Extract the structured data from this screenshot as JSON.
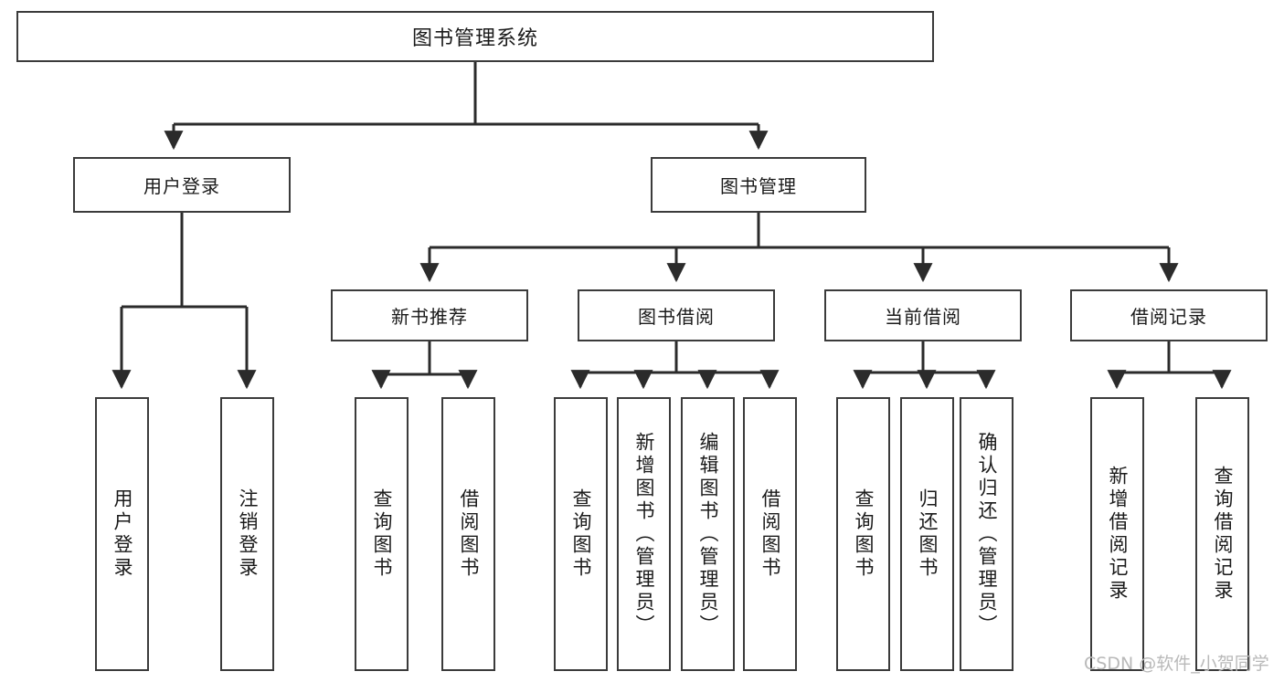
{
  "diagram": {
    "type": "tree",
    "title": "图书管理系统",
    "orientation": "top-down",
    "colors": {
      "box_border": "#3b3b3b",
      "box_fill": "#ffffff",
      "connector": "#2b2b2b",
      "text": "#1a1a1a",
      "watermark": "#b9b9b9",
      "background": "#ffffff"
    },
    "nodes": {
      "root": {
        "label": "图书管理系统"
      },
      "level2": [
        {
          "label": "用户登录"
        },
        {
          "label": "图书管理"
        }
      ],
      "level3": [
        {
          "label": "新书推荐"
        },
        {
          "label": "图书借阅"
        },
        {
          "label": "当前借阅"
        },
        {
          "label": "借阅记录"
        }
      ],
      "leaves": {
        "user_login": [
          {
            "label": "用户登录"
          },
          {
            "label": "注销登录"
          }
        ],
        "new_book_recommend": [
          {
            "label": "查询图书"
          },
          {
            "label": "借阅图书"
          }
        ],
        "book_borrow": [
          {
            "label": "查询图书"
          },
          {
            "label": "新增图书（管理员）"
          },
          {
            "label": "编辑图书（管理员）"
          },
          {
            "label": "借阅图书"
          }
        ],
        "current_borrow": [
          {
            "label": "查询图书"
          },
          {
            "label": "归还图书"
          },
          {
            "label": "确认归还（管理员）"
          }
        ],
        "borrow_record": [
          {
            "label": "新增借阅记录"
          },
          {
            "label": "查询借阅记录"
          }
        ]
      }
    }
  },
  "watermark": {
    "text": "CSDN @软件_小贺同学"
  }
}
